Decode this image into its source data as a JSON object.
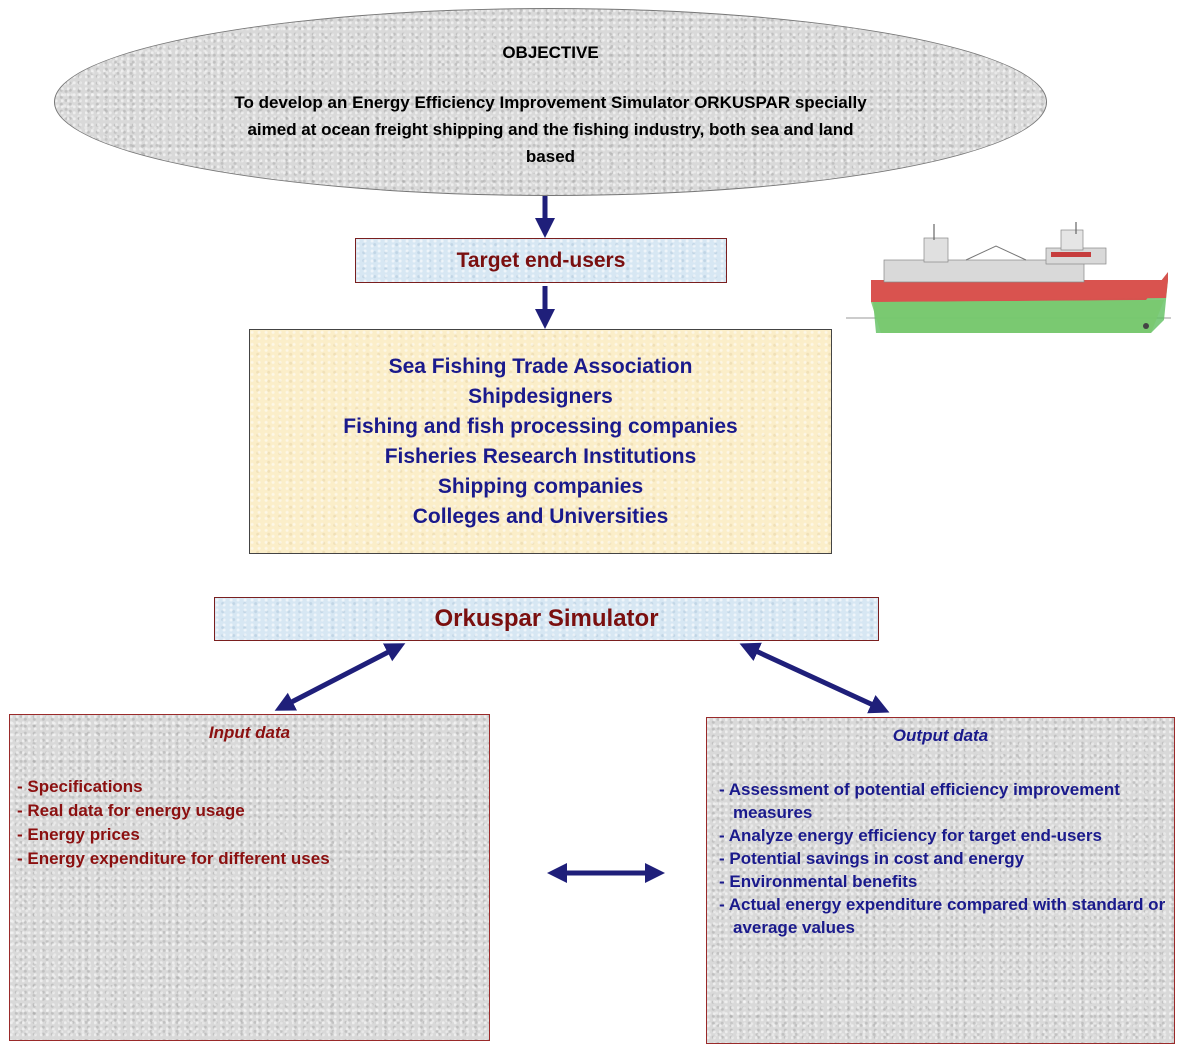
{
  "objective": {
    "heading": "OBJECTIVE",
    "text": "To develop an Energy Efficiency Improvement Simulator ORKUSPAR specially aimed at ocean freight shipping and the fishing industry, both sea and land based"
  },
  "target_label": "Target end-users",
  "end_users": [
    "Sea Fishing Trade Association",
    "Shipdesigners",
    "Fishing and fish processing companies",
    "Fisheries Research Institutions",
    "Shipping companies",
    "Colleges and Universities"
  ],
  "simulator_label": "Orkuspar Simulator",
  "input": {
    "title": "Input data",
    "items": [
      "- Specifications",
      "- Real data for energy usage",
      "- Energy prices",
      "- Energy expenditure for different uses"
    ]
  },
  "output": {
    "title": "Output data",
    "items": [
      "- Assessment of potential efficiency improvement measures",
      "- Analyze energy efficiency for target end-users",
      "- Potential savings in cost and energy",
      "- Environmental benefits",
      "- Actual energy expenditure compared with standard or average values"
    ]
  },
  "colors": {
    "arrow": "#1f1f7a",
    "heading_red": "#7a0f0f",
    "list_blue": "#1a1a8c"
  },
  "illustration": "fishing-vessel-image"
}
